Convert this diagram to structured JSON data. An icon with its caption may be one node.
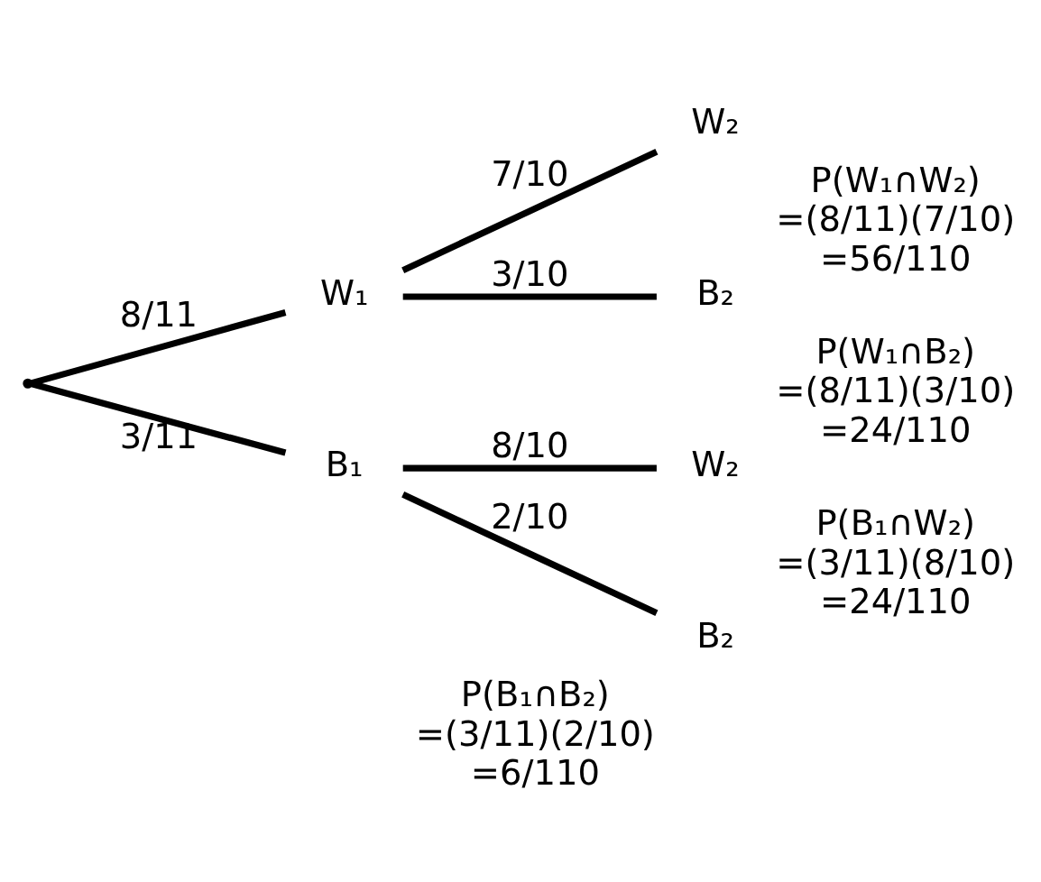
{
  "diagram": {
    "nodes": [
      {
        "text": [],
        "shape": "point"
      },
      {
        "text": [
          "W₁"
        ]
      },
      {
        "text": [
          "B₁"
        ]
      },
      {
        "text": [
          "W₂"
        ],
        "beside": [
          "P(W₁∩W₂) =(8/11)(7/10) =56/110"
        ]
      },
      {
        "text": [
          "B₂"
        ],
        "beside": [
          "P(W₁∩B₂) =(8/11)(3/10) =24/110"
        ]
      },
      {
        "text": [
          "W₂"
        ],
        "beside": [
          "P(B₁∩W₂) =(3/11)(8/10) =24/110"
        ]
      },
      {
        "text": [
          "B₂"
        ],
        "beside": [
          "P(B₁∩B₂) =(3/11)(2/10) =6/110"
        ]
      }
    ],
    "edges": [
      {
        "from": 0,
        "to": 1,
        "arrow": "none",
        "label": "8/11"
      },
      {
        "from": 0,
        "to": 2,
        "arrow": "none",
        "label": "3/11"
      },
      {
        "from": 1,
        "to": 3,
        "arrow": "none",
        "label": "7/10"
      },
      {
        "from": 1,
        "to": 4,
        "arrow": "none",
        "label": "3/10"
      },
      {
        "from": 2,
        "to": 5,
        "arrow": "none",
        "label": "8/10"
      },
      {
        "from": 2,
        "to": 6,
        "arrow": "none",
        "label": "2/10"
      }
    ]
  }
}
